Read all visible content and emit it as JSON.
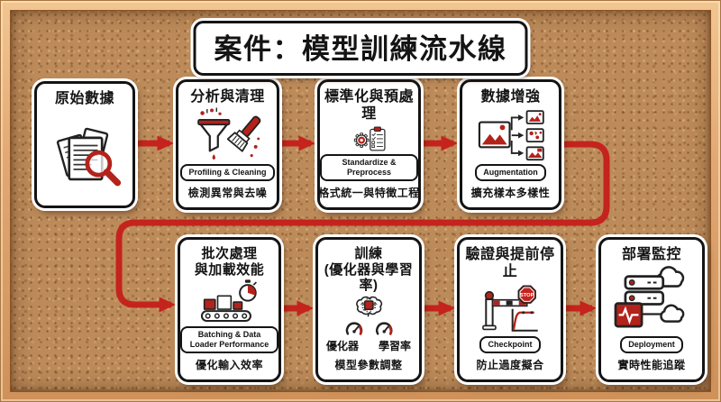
{
  "title": "案件：模型訓練流水線",
  "colors": {
    "accent_red": "#c5231d",
    "cork_brown": "#bd8b5a",
    "frame_wood": "#e2a873",
    "card_bg": "#ffffff",
    "ink": "#141414"
  },
  "cards": [
    {
      "title": "原始數據",
      "icon": "documents-magnifier-icon"
    },
    {
      "title": "分析與清理",
      "badge": "Profiling & Cleaning",
      "subtitle": "檢測異常與去噪",
      "icon": "funnel-brush-icon"
    },
    {
      "title": "標準化與預處理",
      "badge": "Standardize & Preprocess",
      "subtitle": "格式統一與特徵工程",
      "icon": "gear-clipboard-icon"
    },
    {
      "title": "數據增強",
      "badge": "Augmentation",
      "subtitle": "擴充樣本多樣性",
      "icon": "image-variants-icon"
    },
    {
      "title": "批次處理",
      "title2": "與加載效能",
      "badge": "Batching & Data Loader Performance",
      "subtitle": "優化輸入效率",
      "icon": "conveyor-stopwatch-icon"
    },
    {
      "title": "訓練",
      "title2": "(優化器與學習率)",
      "subtitle": "模型參數調整",
      "icon": "brain-gauges-icon",
      "gauge_labels": [
        "優化器",
        "學習率"
      ]
    },
    {
      "title": "驗證與提前停止",
      "badge": "Checkpoint",
      "subtitle": "防止過度擬合",
      "icon": "barrier-stop-icon",
      "stop_label": "STOP"
    },
    {
      "title": "部署監控",
      "badge": "Deployment",
      "subtitle": "實時性能追蹤",
      "icon": "servers-monitor-icon"
    }
  ]
}
